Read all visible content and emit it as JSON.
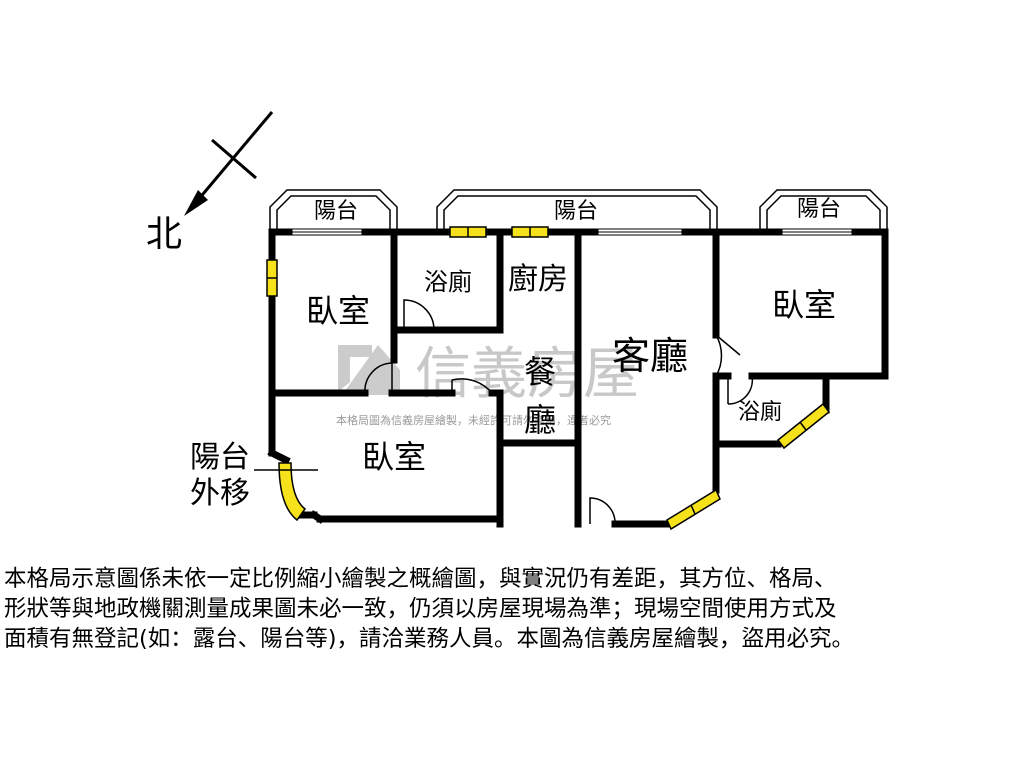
{
  "compass": {
    "north_label": "北"
  },
  "balconies": {
    "left": "陽台",
    "middle": "陽台",
    "right": "陽台"
  },
  "rooms": {
    "bedroom_top_left": "臥室",
    "bathroom_center": "浴廁",
    "kitchen": "廚房",
    "dining_line1": "餐",
    "dining_line2": "廳",
    "living_room": "客廳",
    "bedroom_right": "臥室",
    "bathroom_right": "浴廁",
    "bedroom_bottom": "臥室"
  },
  "annotations": {
    "balcony_moved_line1": "陽台",
    "balcony_moved_line2": "外移"
  },
  "watermark": {
    "brand": "信義房屋",
    "notice": "本格局圖為信義房屋繪製，未經許可請勿盜用，違者必究"
  },
  "disclaimer_lines": [
    "本格局示意圖係未依一定比例縮小繪製之概繪圖，與實況仍有差距，其方位、格局、",
    "形狀等與地政機關測量成果圖未必一致，仍須以房屋現場為準；現場空間使用方式及",
    "面積有無登記(如：露台、陽台等)，請洽業務人員。本圖為信義房屋繪製，盜用必究。"
  ],
  "colors": {
    "wall": "#000000",
    "window": "#f5e21a",
    "watermark": "#c8c8c8"
  }
}
